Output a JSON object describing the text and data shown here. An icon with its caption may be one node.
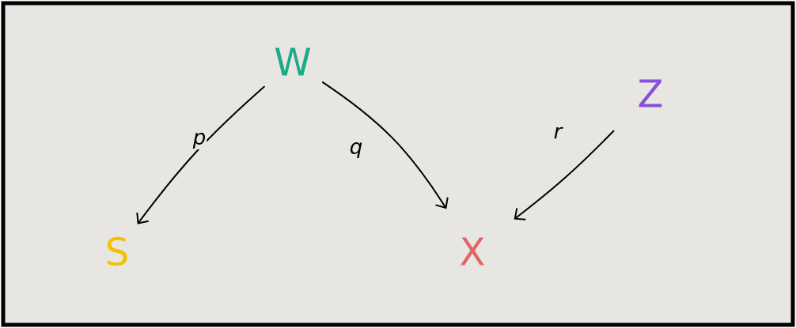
{
  "diagram": {
    "nodes": [
      {
        "text": [
          "W"
        ]
      },
      {
        "text": [
          "Z"
        ]
      },
      {
        "text": [
          "S"
        ]
      },
      {
        "text": [
          "X"
        ]
      }
    ],
    "edges": [
      {
        "from": 0,
        "to": 2,
        "arrow": "to",
        "label": "p"
      },
      {
        "from": 0,
        "to": 3,
        "arrow": "to",
        "label": "q"
      },
      {
        "from": 1,
        "to": 3,
        "arrow": "to",
        "label": "r"
      }
    ]
  }
}
